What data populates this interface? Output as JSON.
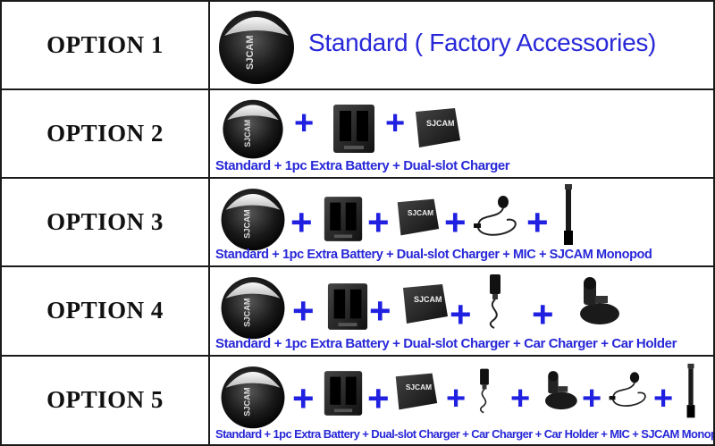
{
  "options": [
    {
      "label": "OPTION 1",
      "headline": "Standard ( Factory Accessories)"
    },
    {
      "label": "OPTION 2",
      "caption": "Standard + 1pc Extra Battery + Dual-slot Charger"
    },
    {
      "label": "OPTION 3",
      "caption": "Standard + 1pc Extra Battery + Dual-slot Charger + MIC + SJCAM Monopod"
    },
    {
      "label": "OPTION 4",
      "caption": "Standard + 1pc Extra Battery + Dual-slot Charger + Car Charger + Car Holder"
    },
    {
      "label": "OPTION 5",
      "caption": "Standard + 1pc Extra Battery + Dual-slot Charger + Car Charger + Car Holder + MIC + SJCAM Monopod"
    }
  ],
  "plus_sign": "+",
  "brand_mark": "SJCAM",
  "colors": {
    "accent_text": "#2828d8",
    "plus": "#2020e0",
    "border": "#1a1a1a"
  },
  "icons": [
    "camera-icon",
    "charger-icon",
    "battery-icon",
    "mic-icon",
    "monopod-icon",
    "car-charger-icon",
    "car-holder-icon"
  ]
}
